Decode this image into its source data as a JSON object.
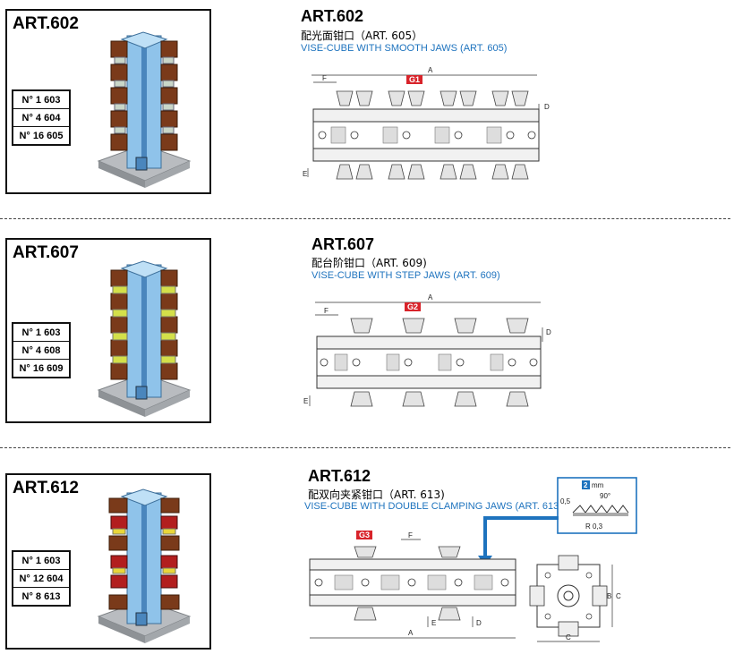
{
  "sections": [
    {
      "card_title": "ART.602",
      "rows": [
        "N° 1  603",
        "N° 4  604",
        "N° 16  605"
      ],
      "title": "ART.602",
      "cn_subtitle": "配光面钳口（ART. 605）",
      "en_subtitle": "VISE-CUBE WITH SMOOTH JAWS (ART. 605)",
      "labels": {
        "a": "A",
        "f": "F",
        "g": "G1",
        "d": "D",
        "e": "E"
      },
      "jaw_color": "#c9d6c8"
    },
    {
      "card_title": "ART.607",
      "rows": [
        "N° 1  603",
        "N° 4  608",
        "N° 16  609"
      ],
      "title": "ART.607",
      "cn_subtitle": "配台阶钳口（ART. 609)",
      "en_subtitle": "VISE-CUBE WITH STEP JAWS (ART. 609)",
      "labels": {
        "a": "A",
        "f": "F",
        "g": "G2",
        "d": "D",
        "e": "E"
      },
      "jaw_color": "#d4e04a"
    },
    {
      "card_title": "ART.612",
      "rows": [
        "N° 1  603",
        "N° 12  604",
        "N° 8  613"
      ],
      "title": "ART.612",
      "cn_subtitle": "配双向夹紧钳口（ART. 613)",
      "en_subtitle": "VISE-CUBE WITH DOUBLE CLAMPING JAWS (ART. 613)",
      "labels": {
        "a": "A",
        "f": "F",
        "g": "G3",
        "d": "D",
        "e": "E",
        "b": "B",
        "c": "C",
        "c2": "C"
      },
      "detail": {
        "mm": "2",
        "unit": "mm",
        "angle": "90°",
        "depth": "0,5",
        "radius": "R 0,3"
      },
      "jaw_color": "#e8d63a"
    }
  ],
  "colors": {
    "accent_blue": "#1e73be",
    "badge_red": "#d8232a",
    "tower_blue": "#8fc3ea",
    "jaw_brown": "#7a3a1a"
  }
}
